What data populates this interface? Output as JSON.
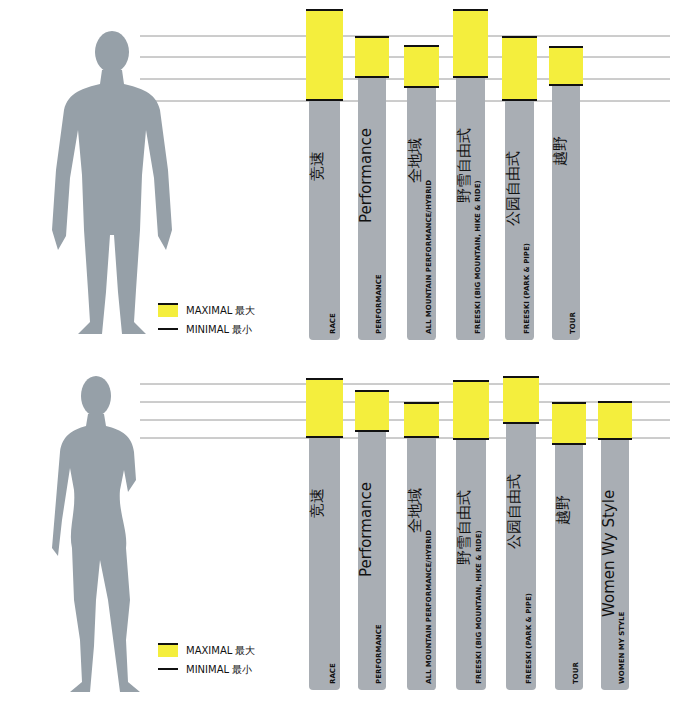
{
  "diagram": {
    "nodes": [
      {
        "text": [
          "竞速",
          "RACE"
        ]
      },
      {
        "text": [
          "Performance",
          "PERFORMANCE"
        ]
      },
      {
        "text": [
          "全地域",
          "ALL MOUNTAIN PERFORMANCE/HYBRID"
        ]
      },
      {
        "text": [
          "野雪自由式",
          "FREESKI (BIG MOUNTAIN, HIKE & RIDE)"
        ]
      },
      {
        "text": [
          "公园自由式",
          "FREESKI (PARK & PIPE)"
        ]
      },
      {
        "text": [
          "越野",
          "TOUR"
        ]
      },
      {
        "text": [
          "竞速",
          "RACE"
        ]
      },
      {
        "text": [
          "Performance",
          "PERFORMANCE"
        ]
      },
      {
        "text": [
          "全地域",
          "ALL MOUNTAIN PERFORMANCE/HYBRID"
        ]
      },
      {
        "text": [
          "野雪自由式",
          "FREESKI (BIG MOUNTAIN, HIKE & RIDE)"
        ]
      },
      {
        "text": [
          "公园自由式",
          "FREESKI (PARK & PIPE)"
        ]
      },
      {
        "text": [
          "越野",
          "TOUR"
        ]
      },
      {
        "text": [
          "Women Wy Style",
          "WOMEN MY STYLE"
        ]
      }
    ],
    "legend": [
      {
        "text": "MAXIMAL 最大",
        "color": "#f4ee3d"
      },
      {
        "text": "MINIMAL 最小"
      },
      {
        "text": "MAXIMAL 最大",
        "color": "#f4ee3d"
      },
      {
        "text": "MINIMAL 最小"
      }
    ]
  }
}
